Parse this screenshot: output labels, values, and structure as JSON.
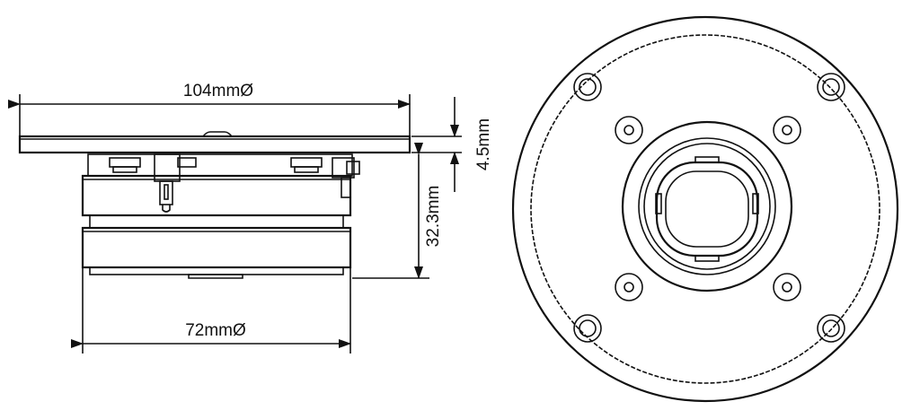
{
  "dimensions": {
    "overall_diameter": "104mmØ",
    "body_diameter": "72mmØ",
    "flange_thickness": "4.5mm",
    "body_depth": "32.3mm"
  }
}
